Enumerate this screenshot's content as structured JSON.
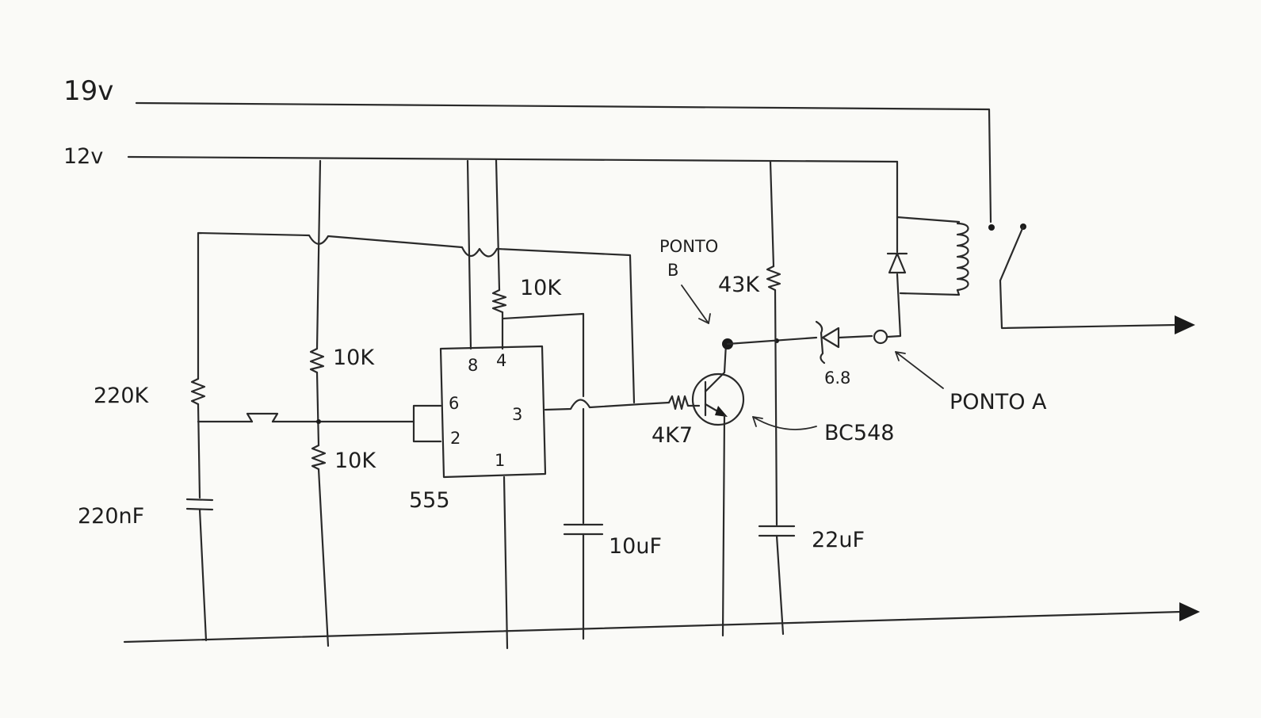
{
  "rails": {
    "v19": "19v",
    "v12": "12v"
  },
  "components": {
    "r_220k": "220K",
    "c_220nf": "220nF",
    "r_10k_upper": "10K",
    "r_10k_lower": "10K",
    "r_10k_top": "10K",
    "ic_555": "555",
    "pin8": "8",
    "pin4": "4",
    "pin6": "6",
    "pin3": "3",
    "pin2": "2",
    "pin1": "1",
    "c_10uf": "10uF",
    "r_4k7": "4K7",
    "transistor": "BC548",
    "r_43k": "43K",
    "zener": "6.8",
    "c_22uf": "22uF"
  },
  "points": {
    "point_b_line1": "PONTO",
    "point_b_line2": "B",
    "point_a": "PONTO A"
  },
  "colors": {
    "ink": "#2a2a2a",
    "paper": "#fafaf7"
  }
}
